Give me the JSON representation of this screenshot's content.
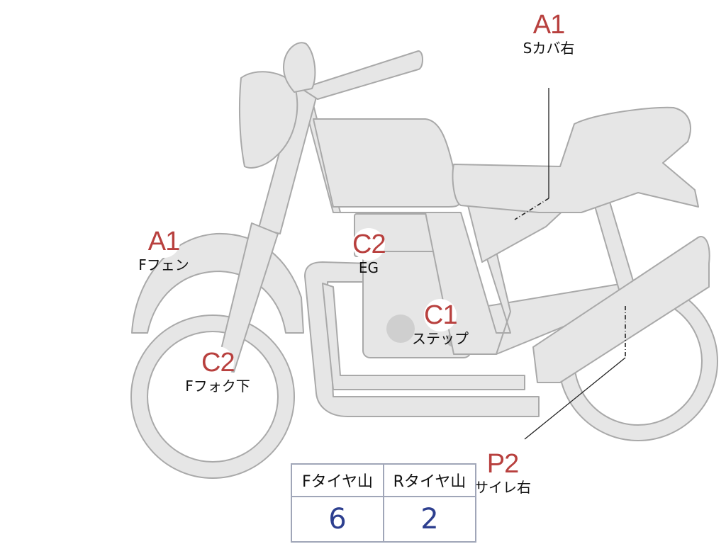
{
  "markers": [
    {
      "id": "a1-rear",
      "code": "A1",
      "label": "Sカバ右"
    },
    {
      "id": "a1-front",
      "code": "A1",
      "label": "Fフェン"
    },
    {
      "id": "c2-engine",
      "code": "C2",
      "label": "EG"
    },
    {
      "id": "c1-step",
      "code": "C1",
      "label": "ステップ"
    },
    {
      "id": "c2-fork",
      "code": "C2",
      "label": "Fフォク下"
    },
    {
      "id": "p2-muffler",
      "code": "P2",
      "label": "サイレ右"
    }
  ],
  "tire_table": {
    "headers": [
      "Fタイヤ山",
      "Rタイヤ山"
    ],
    "values": [
      "6",
      "2"
    ]
  },
  "colors": {
    "badge_text": "#b8403e",
    "value_text": "#2d3f8f",
    "part_fill": "#e6e6e6",
    "part_stroke": "#a9a9a9"
  }
}
